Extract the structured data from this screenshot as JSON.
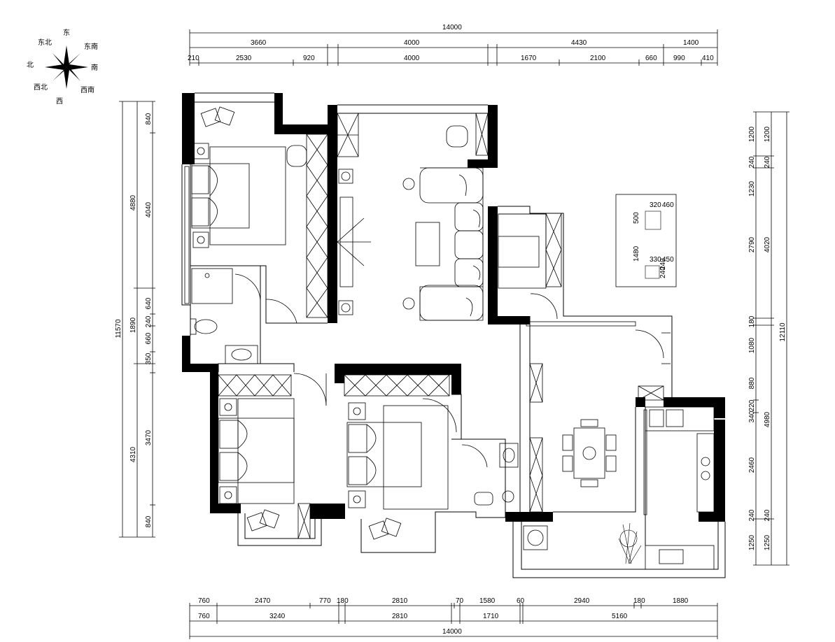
{
  "compass": {
    "labels": [
      "东",
      "东南",
      "南",
      "西南",
      "西",
      "西北",
      "北",
      "东北"
    ]
  },
  "top_dims": {
    "total": "14000",
    "row2": [
      "3660",
      "4000",
      "4430",
      "1400"
    ],
    "row3": [
      "210",
      "2530",
      "920",
      "4000",
      "1670",
      "2100",
      "660",
      "990",
      "410"
    ]
  },
  "bottom_dims": {
    "row1": [
      "760",
      "2470",
      "770",
      "180",
      "2810",
      "70",
      "1580",
      "60",
      "2940",
      "180",
      "1880"
    ],
    "row2": [
      "760",
      "3240",
      "2810",
      "1710",
      "5160"
    ],
    "total": "14000"
  },
  "left_dims": {
    "total": "11570",
    "mid": [
      "4880",
      "1890",
      "4310"
    ],
    "inner": [
      "840",
      "4040",
      "640",
      "240",
      "660",
      "350",
      "3470",
      "840"
    ]
  },
  "right_dims": {
    "total": "12110",
    "mid": [
      "1200",
      "240",
      "1230",
      "4020",
      "1080",
      "880",
      "4980",
      "240",
      "1250"
    ],
    "inner": [
      "1200",
      "240",
      "2790",
      "180",
      "220",
      "340",
      "2460",
      "240",
      "1250"
    ]
  },
  "furniture_detail": {
    "labels": [
      "320",
      "460",
      "500",
      "1480",
      "330",
      "450",
      "240",
      "240"
    ]
  }
}
